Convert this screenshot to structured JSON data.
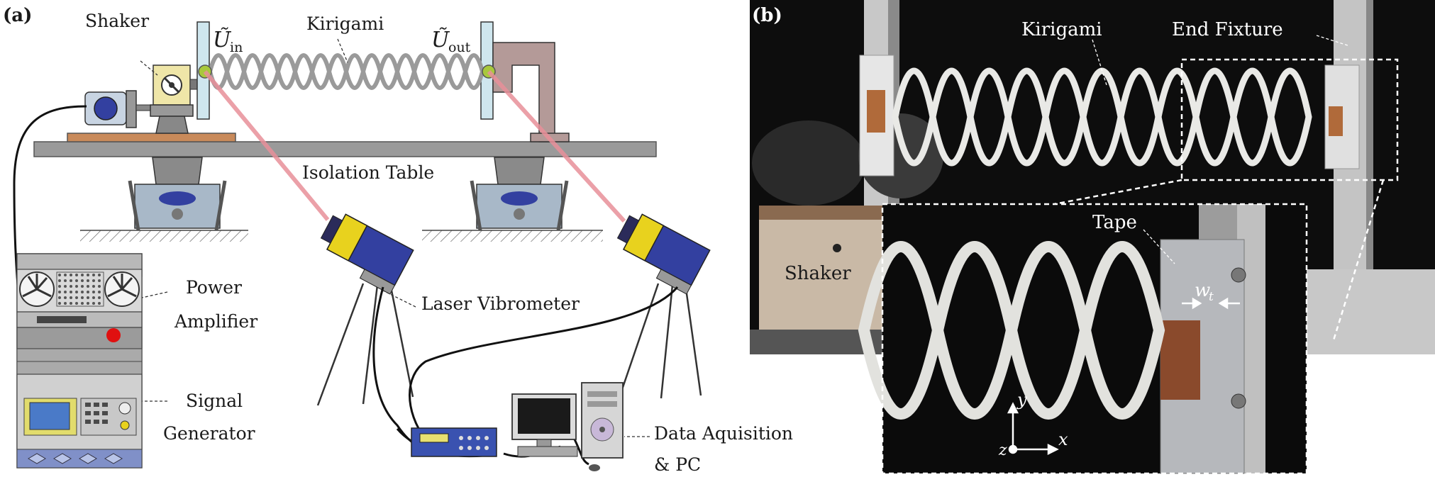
{
  "panel_a": {
    "tag": "(a)",
    "labels": {
      "shaker": "Shaker",
      "kirigami": "Kirigami",
      "u_in_symbol": "Ũ",
      "u_in_sub": "in",
      "u_out_symbol": "Ũ",
      "u_out_sub": "out",
      "isolation_table": "Isolation Table",
      "laser_vibrometer": "Laser Vibrometer",
      "power_line1": "Power",
      "power_line2": "Amplifier",
      "signal_line1": "Signal",
      "signal_line2": "Generator",
      "daq_line1": "Data Aquisition",
      "daq_line2": "& PC"
    }
  },
  "panel_b": {
    "tag": "(b)",
    "labels": {
      "kirigami": "Kirigami",
      "end_fixture": "End Fixture",
      "shaker": "Shaker",
      "tape": "Tape",
      "wt_symbol": "w",
      "wt_sub": "t",
      "axis_x": "x",
      "axis_y": "y",
      "axis_z": "z"
    }
  },
  "colors": {
    "laser_beam": "#e8909a",
    "vibrometer_body": "#3340a0",
    "vibrometer_head": "#e8d21e",
    "table": "#9a9a9a",
    "tape": "#a0522d",
    "photo_bg": "#0d0d0d",
    "kirigami_white": "#e9e9e6",
    "red_button": "#e01010"
  }
}
